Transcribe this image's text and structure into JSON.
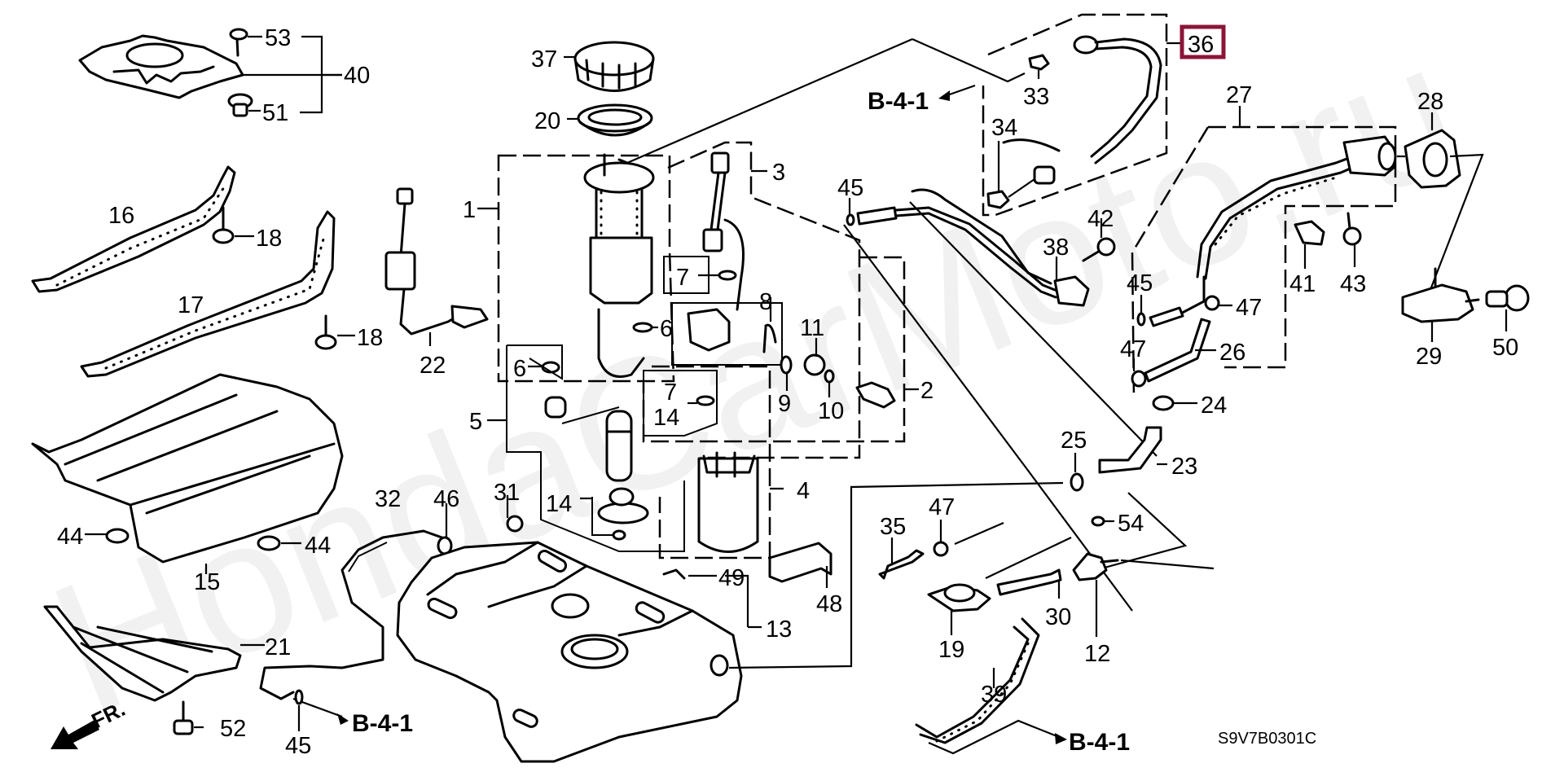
{
  "diagram": {
    "title_code": "S9V7B0301C",
    "watermark": "HondaCarMoto.ru",
    "direction_marker": "FR.",
    "highlight_color": "#8b1538",
    "highlighted_part": "36",
    "cross_references": [
      "B-4-1",
      "B-4-1",
      "B-4-1",
      "B-4-1"
    ],
    "callouts": [
      {
        "id": "c53",
        "text": "53"
      },
      {
        "id": "c40",
        "text": "40"
      },
      {
        "id": "c51",
        "text": "51"
      },
      {
        "id": "c16",
        "text": "16"
      },
      {
        "id": "c18a",
        "text": "18"
      },
      {
        "id": "c17",
        "text": "17"
      },
      {
        "id": "c18b",
        "text": "18"
      },
      {
        "id": "c22",
        "text": "22"
      },
      {
        "id": "c37",
        "text": "37"
      },
      {
        "id": "c20",
        "text": "20"
      },
      {
        "id": "c1",
        "text": "1"
      },
      {
        "id": "c3",
        "text": "3"
      },
      {
        "id": "c7a",
        "text": "7"
      },
      {
        "id": "c6a",
        "text": "6"
      },
      {
        "id": "c6b",
        "text": "6"
      },
      {
        "id": "c8",
        "text": "8"
      },
      {
        "id": "c11",
        "text": "11"
      },
      {
        "id": "c9",
        "text": "9"
      },
      {
        "id": "c10",
        "text": "10"
      },
      {
        "id": "c2",
        "text": "2"
      },
      {
        "id": "c5",
        "text": "5"
      },
      {
        "id": "c7b",
        "text": "7"
      },
      {
        "id": "c14a",
        "text": "14"
      },
      {
        "id": "c14b",
        "text": "14"
      },
      {
        "id": "c4",
        "text": "4"
      },
      {
        "id": "c31",
        "text": "31"
      },
      {
        "id": "c44a",
        "text": "44"
      },
      {
        "id": "c44b",
        "text": "44"
      },
      {
        "id": "c15",
        "text": "15"
      },
      {
        "id": "c32",
        "text": "32"
      },
      {
        "id": "c46",
        "text": "46"
      },
      {
        "id": "c21",
        "text": "21"
      },
      {
        "id": "c52",
        "text": "52"
      },
      {
        "id": "c45a",
        "text": "45"
      },
      {
        "id": "c49",
        "text": "49"
      },
      {
        "id": "c13",
        "text": "13"
      },
      {
        "id": "c48",
        "text": "48"
      },
      {
        "id": "c33",
        "text": "33"
      },
      {
        "id": "c34",
        "text": "34"
      },
      {
        "id": "c45b",
        "text": "45"
      },
      {
        "id": "c42",
        "text": "42"
      },
      {
        "id": "c38",
        "text": "38"
      },
      {
        "id": "c27",
        "text": "27"
      },
      {
        "id": "c28",
        "text": "28"
      },
      {
        "id": "c45c",
        "text": "45"
      },
      {
        "id": "c47a",
        "text": "47"
      },
      {
        "id": "c47b",
        "text": "47"
      },
      {
        "id": "c26",
        "text": "26"
      },
      {
        "id": "c41",
        "text": "41"
      },
      {
        "id": "c43",
        "text": "43"
      },
      {
        "id": "c29",
        "text": "29"
      },
      {
        "id": "c50",
        "text": "50"
      },
      {
        "id": "c24",
        "text": "24"
      },
      {
        "id": "c25",
        "text": "25"
      },
      {
        "id": "c23",
        "text": "23"
      },
      {
        "id": "c47c",
        "text": "47"
      },
      {
        "id": "c35",
        "text": "35"
      },
      {
        "id": "c54",
        "text": "54"
      },
      {
        "id": "c19",
        "text": "19"
      },
      {
        "id": "c30",
        "text": "30"
      },
      {
        "id": "c12",
        "text": "12"
      },
      {
        "id": "c39",
        "text": "39"
      },
      {
        "id": "c36",
        "text": "36"
      }
    ]
  }
}
